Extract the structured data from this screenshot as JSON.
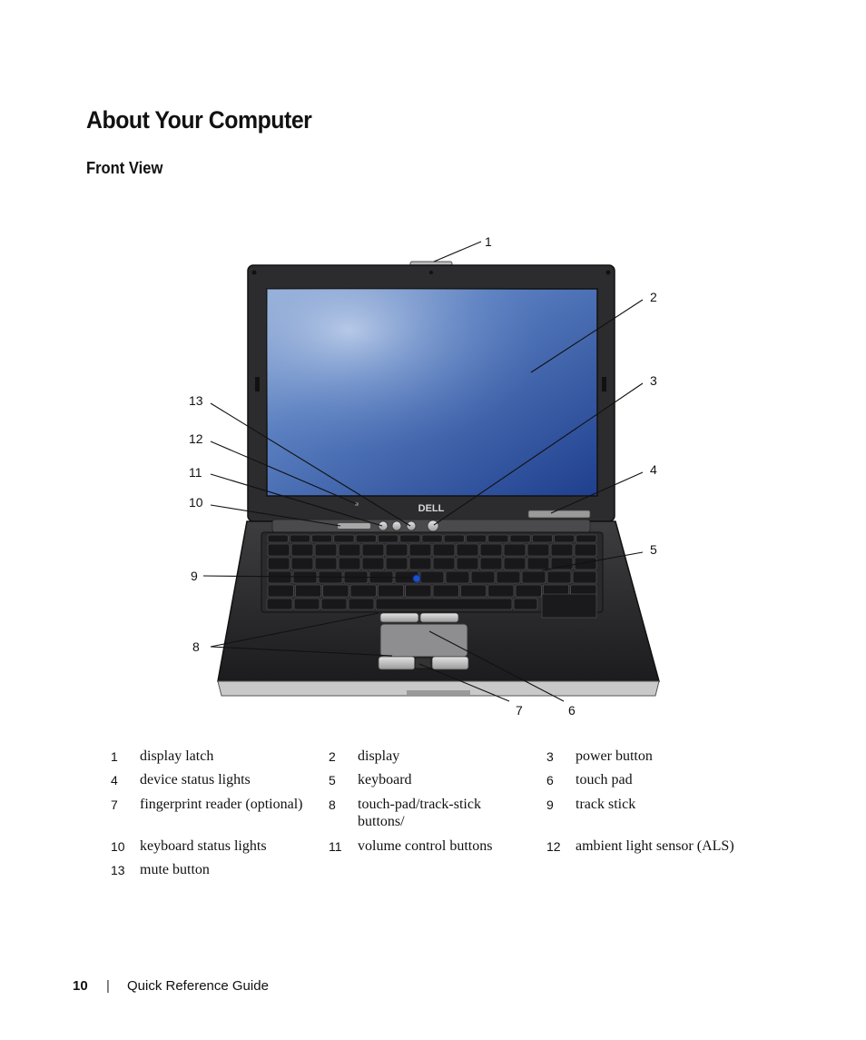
{
  "page": {
    "title": "About Your Computer",
    "subtitle": "Front View"
  },
  "figure": {
    "callouts": [
      "1",
      "2",
      "3",
      "4",
      "5",
      "6",
      "7",
      "8",
      "9",
      "10",
      "11",
      "12",
      "13"
    ],
    "logo_text": "DELL"
  },
  "legend": [
    [
      {
        "num": "1",
        "label": "display latch"
      },
      {
        "num": "2",
        "label": "display"
      },
      {
        "num": "3",
        "label": "power button"
      }
    ],
    [
      {
        "num": "4",
        "label": "device status lights"
      },
      {
        "num": "5",
        "label": "keyboard"
      },
      {
        "num": "6",
        "label": "touch pad"
      }
    ],
    [
      {
        "num": "7",
        "label": "fingerprint reader (optional)"
      },
      {
        "num": "8",
        "label": "touch-pad/track-stick buttons/"
      },
      {
        "num": "9",
        "label": "track stick"
      }
    ],
    [
      {
        "num": "10",
        "label": "keyboard status lights"
      },
      {
        "num": "11",
        "label": "volume control buttons"
      },
      {
        "num": "12",
        "label": "ambient light sensor (ALS)"
      }
    ],
    [
      {
        "num": "13",
        "label": "mute button"
      }
    ]
  ],
  "footer": {
    "page_number": "10",
    "separator": "|",
    "guide_title": "Quick Reference Guide"
  }
}
